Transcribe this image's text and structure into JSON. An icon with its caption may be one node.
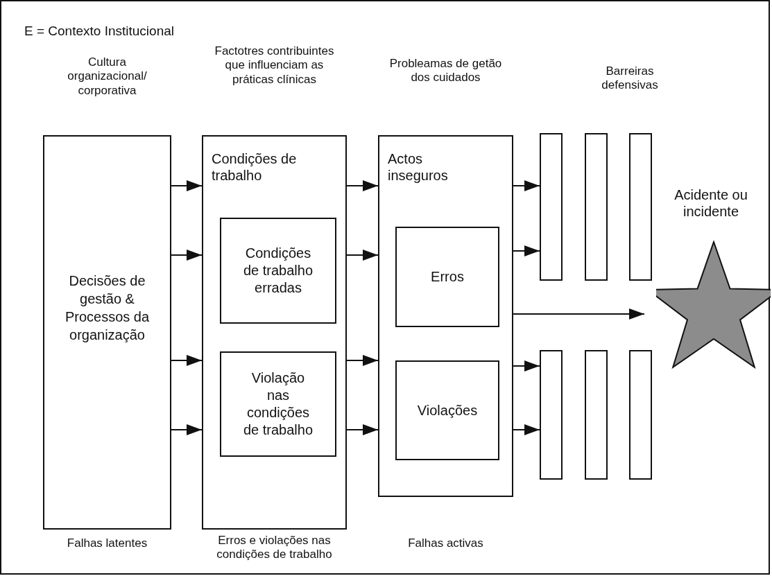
{
  "diagram": {
    "nodes": [
      {
        "text": [
          "E = Contexto Institucional"
        ]
      },
      {
        "text": [
          "Cultura organizacional/ corporativa",
          "Decisões de gestão & Processos da organização"
        ],
        "beside": [
          "Falhas latentes"
        ],
        "in": 0
      },
      {
        "text": [
          "Factotres contribuintes que influenciam as práticas clínicas",
          "Condições de trabalho"
        ],
        "beside": [
          "Erros e violações nas condições de trabalho"
        ],
        "in": 0
      },
      {
        "text": [
          "Condições de trabalho erradas"
        ],
        "in": 2
      },
      {
        "text": [
          "Violação nas condições de trabalho"
        ],
        "in": 2
      },
      {
        "text": [
          "Probleamas de getão dos cuidados",
          "Actos inseguros"
        ],
        "beside": [
          "Falhas activas"
        ],
        "in": 0
      },
      {
        "text": [
          "Erros"
        ],
        "in": 5
      },
      {
        "text": [
          "Violações"
        ],
        "in": 5
      },
      {
        "text": [],
        "shape": "bar",
        "in": 0
      },
      {
        "text": [],
        "shape": "bar",
        "in": 0
      },
      {
        "text": [],
        "shape": "bar",
        "in": 0
      },
      {
        "text": [],
        "shape": "bar",
        "in": 0
      },
      {
        "text": [],
        "shape": "bar",
        "in": 0
      },
      {
        "text": [],
        "shape": "bar",
        "in": 0
      },
      {
        "text": [
          "Acidente ou incidente"
        ],
        "in": 0
      }
    ],
    "edges": [
      {
        "from": 1,
        "to": 2,
        "arrow": "to"
      },
      {
        "from": 1,
        "to": 2,
        "arrow": "to"
      },
      {
        "from": 1,
        "to": 2,
        "arrow": "to"
      },
      {
        "from": 1,
        "to": 2,
        "arrow": "to"
      },
      {
        "from": 2,
        "to": 5,
        "arrow": "to"
      },
      {
        "from": 2,
        "to": 5,
        "arrow": "to"
      },
      {
        "from": 2,
        "to": 5,
        "arrow": "to"
      },
      {
        "from": 2,
        "to": 5,
        "arrow": "to"
      },
      {
        "from": 5,
        "to": 8,
        "arrow": "to"
      },
      {
        "from": 5,
        "to": 8,
        "arrow": "to"
      },
      {
        "from": 5,
        "to": 11,
        "arrow": "to"
      },
      {
        "from": 5,
        "to": 11,
        "arrow": "to"
      },
      {
        "from": 5,
        "to": 14,
        "arrow": "to"
      }
    ],
    "labels": [
      "Barreiras defensivas"
    ]
  }
}
